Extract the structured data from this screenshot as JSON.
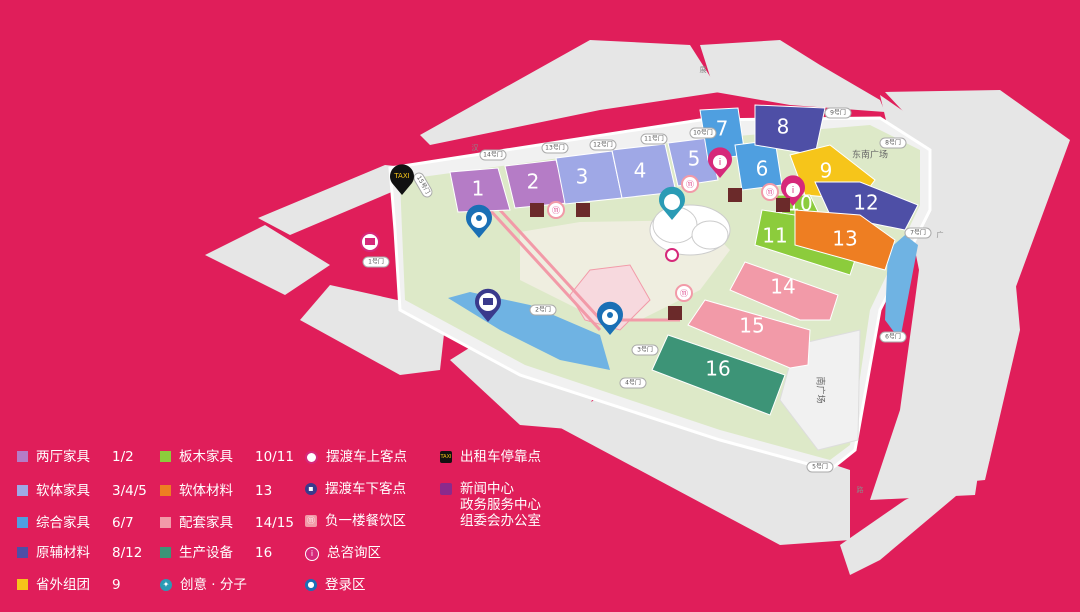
{
  "halls": [
    {
      "label": "1",
      "color": "#b57cc6"
    },
    {
      "label": "2",
      "color": "#b57cc6"
    },
    {
      "label": "3",
      "color": "#9fa8e6"
    },
    {
      "label": "4",
      "color": "#9fa8e6"
    },
    {
      "label": "5",
      "color": "#9fa8e6"
    },
    {
      "label": "6",
      "color": "#4f9fe0"
    },
    {
      "label": "7",
      "color": "#4f9fe0"
    },
    {
      "label": "8",
      "color": "#4e4fa6"
    },
    {
      "label": "9",
      "color": "#f6c51a"
    },
    {
      "label": "10",
      "color": "#8ccc3c"
    },
    {
      "label": "11",
      "color": "#8ccc3c"
    },
    {
      "label": "12",
      "color": "#4e4fa6"
    },
    {
      "label": "13",
      "color": "#ee7e22"
    },
    {
      "label": "14",
      "color": "#f29aa8"
    },
    {
      "label": "15",
      "color": "#f29aa8"
    },
    {
      "label": "16",
      "color": "#3d9477"
    }
  ],
  "gates": {
    "g1": "1号门",
    "g2": "2号门",
    "g3": "3号门",
    "g4": "4号门",
    "g5": "5号门",
    "g6": "6号门",
    "g7": "7号门",
    "g8": "8号门",
    "g9": "9号门",
    "g10": "10号门",
    "g11": "11号门",
    "g12": "12号门",
    "g13": "13号门",
    "g14": "14号门",
    "g15": "15号门"
  },
  "plazas": {
    "east": "东南广场",
    "south": "南广场"
  },
  "taxi": "TAXI",
  "legend": {
    "col1": [
      {
        "name": "两厅家具",
        "value": "1/2",
        "color": "#b57cc6"
      },
      {
        "name": "软体家具",
        "value": "3/4/5",
        "color": "#9fa8e6"
      },
      {
        "name": "综合家具",
        "value": "6/7",
        "color": "#4f9fe0"
      },
      {
        "name": "原辅材料",
        "value": "8/12",
        "color": "#4e4fa6"
      },
      {
        "name": "省外组团",
        "value": "9",
        "color": "#f6c51a"
      }
    ],
    "col2": [
      {
        "name": "板木家具",
        "value": "10/11",
        "color": "#8ccc3c"
      },
      {
        "name": "软体材料",
        "value": "13",
        "color": "#ee7e22"
      },
      {
        "name": "配套家具",
        "value": "14/15",
        "color": "#f29aa8"
      },
      {
        "name": "生产设备",
        "value": "16",
        "color": "#3d9477"
      },
      {
        "name": "创意 · 分子",
        "value": "",
        "icon": "creative-icon"
      }
    ],
    "col3": [
      {
        "name": "摆渡车上客点",
        "icon": "shuttle-pickup-icon"
      },
      {
        "name": "摆渡车下客点",
        "icon": "shuttle-dropoff-icon"
      },
      {
        "name": "负一楼餐饮区",
        "icon": "dining-icon"
      },
      {
        "name": "总咨询区",
        "icon": "info-icon"
      },
      {
        "name": "登录区",
        "icon": "registration-icon"
      }
    ],
    "col4": [
      {
        "name": "出租车停靠点",
        "icon": "taxi-icon"
      },
      {
        "lines": [
          "新闻中心",
          "政务服务中心",
          "组委会办公室"
        ],
        "icon": "press-center-icon"
      }
    ]
  }
}
